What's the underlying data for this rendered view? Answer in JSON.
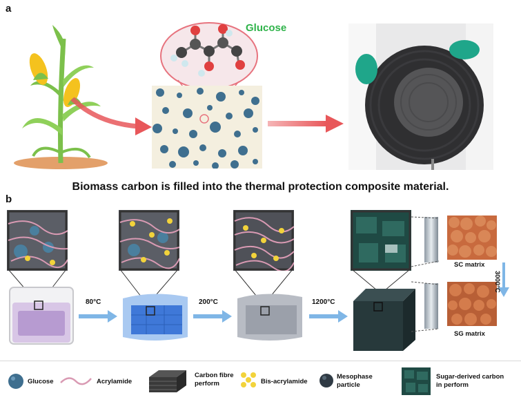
{
  "panel_a": {
    "label": "a",
    "molecule_label": "Glucose",
    "caption": "Biomass carbon is filled into the thermal protection composite material."
  },
  "panel_b": {
    "label": "b",
    "steps": [
      "80°C",
      "200°C",
      "1200°C"
    ],
    "matrix_top": "SC matrix",
    "matrix_bottom": "SG matrix",
    "graphitization_temp": "3000°C"
  },
  "legend": {
    "glucose": "Glucose",
    "acrylamide": "Acrylamide",
    "carbon_fibre": [
      "Carbon fibre",
      "perform"
    ],
    "bis_acrylamide": "Bis-acrylamide",
    "mesophase": [
      "Mesophase",
      "particle"
    ],
    "sugar_carbon": [
      "Sugar-derived carbon",
      "in perform"
    ]
  },
  "colors": {
    "glucose_label": "#2fb34a",
    "arrow_red": "#e8575a",
    "arrow_blue": "#7fb6e6",
    "sphere_blue": "#3f6f8f",
    "copper": "#c86a3e",
    "teal_block": "#1f4a44",
    "gel_blue": "#3f78d8"
  }
}
